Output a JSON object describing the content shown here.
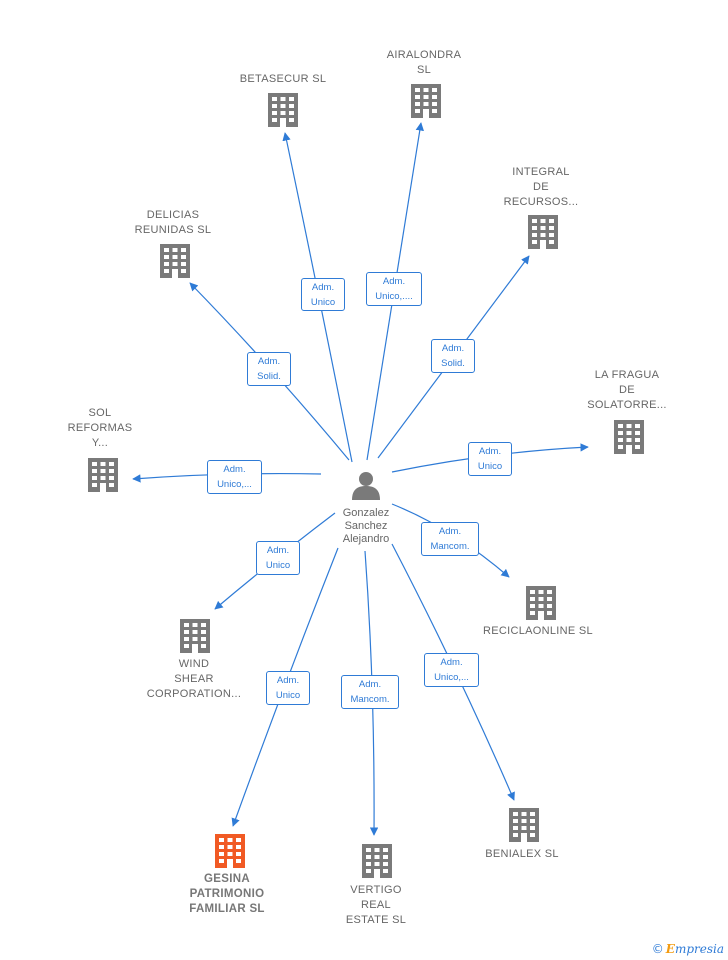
{
  "colors": {
    "edge": "#2f7bd6",
    "building": "#7a7a7a",
    "highlight": "#f15a24",
    "person": "#7a7a7a"
  },
  "center": {
    "name": "Gonzalez\nSanchez\nAlejandro",
    "icon": "person-icon"
  },
  "companies": [
    {
      "id": "betasecur",
      "name": "BETASECUR SL",
      "icon": "building-icon",
      "highlight": false,
      "role": "Adm.\nUnico"
    },
    {
      "id": "airalondra",
      "name": "AIRALONDRA\nSL",
      "icon": "building-icon",
      "highlight": false,
      "role": "Adm.\nUnico,...."
    },
    {
      "id": "integral",
      "name": "INTEGRAL\nDE\nRECURSOS...",
      "icon": "building-icon",
      "highlight": false,
      "role": "Adm.\nSolid."
    },
    {
      "id": "delicias",
      "name": "DELICIAS\nREUNIDAS SL",
      "icon": "building-icon",
      "highlight": false,
      "role": "Adm.\nSolid."
    },
    {
      "id": "lafragua",
      "name": "LA FRAGUA\nDE\nSOLATORRE...",
      "icon": "building-icon",
      "highlight": false,
      "role": "Adm.\nUnico"
    },
    {
      "id": "sol",
      "name": "SOL\nREFORMAS\nY...",
      "icon": "building-icon",
      "highlight": false,
      "role": "Adm.\nUnico,..."
    },
    {
      "id": "reciclaonline",
      "name": "RECICLAONLINE SL",
      "icon": "building-icon",
      "highlight": false,
      "role": "Adm.\nMancom."
    },
    {
      "id": "wind",
      "name": "WIND\nSHEAR\nCORPORATION...",
      "icon": "building-icon",
      "highlight": false,
      "role": "Adm.\nUnico"
    },
    {
      "id": "gesina",
      "name": "GESINA\nPATRIMONIO\nFAMILIAR  SL",
      "icon": "building-icon",
      "highlight": true,
      "role": "Adm.\nUnico"
    },
    {
      "id": "vertigo",
      "name": "VERTIGO\nREAL\nESTATE  SL",
      "icon": "building-icon",
      "highlight": false,
      "role": "Adm.\nMancom."
    },
    {
      "id": "benialex",
      "name": "BENIALEX  SL",
      "icon": "building-icon",
      "highlight": false,
      "role": "Adm.\nUnico,..."
    }
  ],
  "watermark": {
    "symbol": "©",
    "brand_initial": "E",
    "brand_rest": "mpresia"
  }
}
